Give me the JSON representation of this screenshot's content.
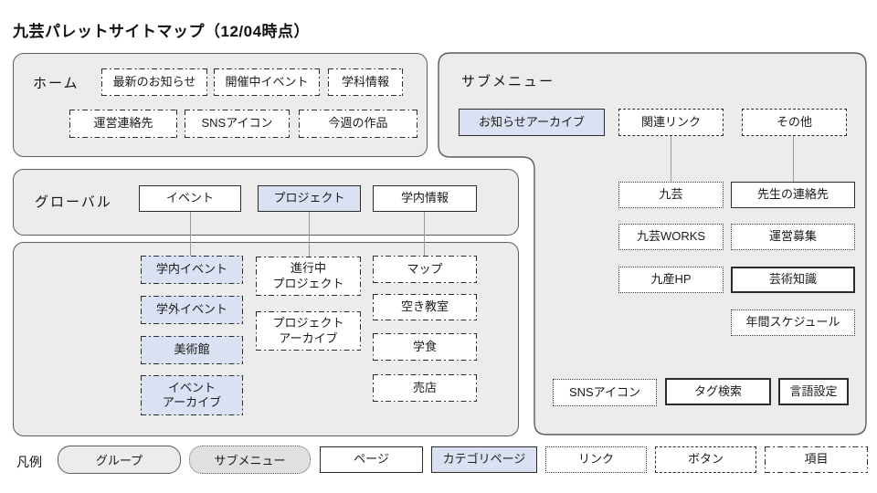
{
  "title": "九芸パレットサイトマップ（12/04時点）",
  "home": {
    "label": "ホーム",
    "items": [
      "最新のお知らせ",
      "開催中イベント",
      "学科情報",
      "運営連絡先",
      "SNSアイコン",
      "今週の作品"
    ]
  },
  "global": {
    "label": "グローバル",
    "nav": [
      "イベント",
      "プロジェクト",
      "学内情報"
    ]
  },
  "children": {
    "events": [
      "学内イベント",
      "学外イベント",
      "美術館",
      "イベント\nアーカイブ"
    ],
    "projects": [
      "進行中\nプロジェクト",
      "プロジェクト\nアーカイブ"
    ],
    "campus": [
      "マップ",
      "空き教室",
      "学食",
      "売店"
    ]
  },
  "submenu": {
    "label": "サブメニュー",
    "top": [
      "お知らせアーカイブ",
      "関連リンク",
      "その他"
    ],
    "links": [
      "九芸",
      "九芸WORKS",
      "九産HP"
    ],
    "others": [
      "先生の連絡先",
      "運営募集",
      "芸術知識",
      "年間スケジュール"
    ],
    "bottom": [
      "SNSアイコン",
      "タグ検索",
      "言語設定"
    ]
  },
  "legend": {
    "label": "凡例",
    "items": [
      "グループ",
      "サブメニュー",
      "ページ",
      "カテゴリページ",
      "リンク",
      "ボタン",
      "項目"
    ]
  },
  "colors": {
    "group_fill": "#ececec",
    "submenu_legend_fill": "#e0e0e0",
    "category_fill": "#d9e1f2",
    "box_border": "#2b2b2b",
    "group_border": "#565b64",
    "connector": "#979ba2"
  }
}
